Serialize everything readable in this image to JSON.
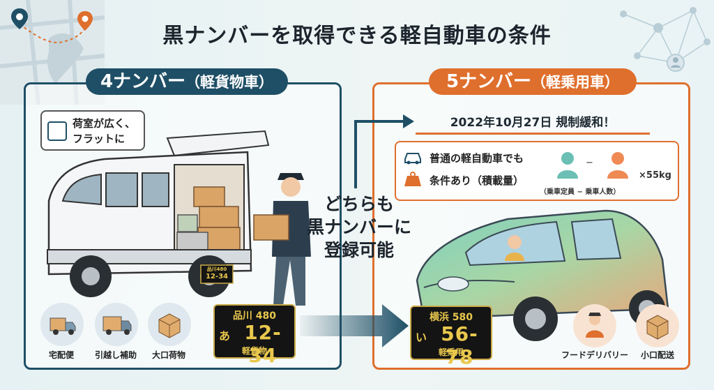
{
  "title": "黒ナンバーを取得できる軽自動車の条件",
  "left_panel": {
    "header_big": "4ナンバー",
    "header_small": "（軽貨物車）",
    "callout_lines": [
      "荷室が広く、",
      "フラットに"
    ],
    "van_plate": {
      "top": "品川480",
      "bottom": "12-34"
    },
    "plate": {
      "top": "品川 480",
      "kana": "あ",
      "number": "12-34",
      "bottom": "軽貨物"
    },
    "uses": [
      "宅配便",
      "引越し補助",
      "大口荷物"
    ],
    "accent_color": "#1e4f66"
  },
  "center_text": [
    "どちらも",
    "黒ナンバーに",
    "登録可能"
  ],
  "right_panel": {
    "header_big": "5ナンバー",
    "header_small": "（軽乗用車）",
    "regulation": "2022年10月27日 規制緩和！",
    "condition_lines": [
      "普通の軽自動車でも",
      "条件あり（積載量）"
    ],
    "formula": "（乗車定員 − 乗車人数）",
    "multiplier": "×55kg",
    "dash": "−",
    "plate": {
      "top": "横浜 580",
      "kana": "い",
      "number": "56-78",
      "bottom": "軽乗用"
    },
    "uses": [
      "フードデリバリー",
      "小口配送"
    ],
    "accent_color": "#df6f2d"
  }
}
